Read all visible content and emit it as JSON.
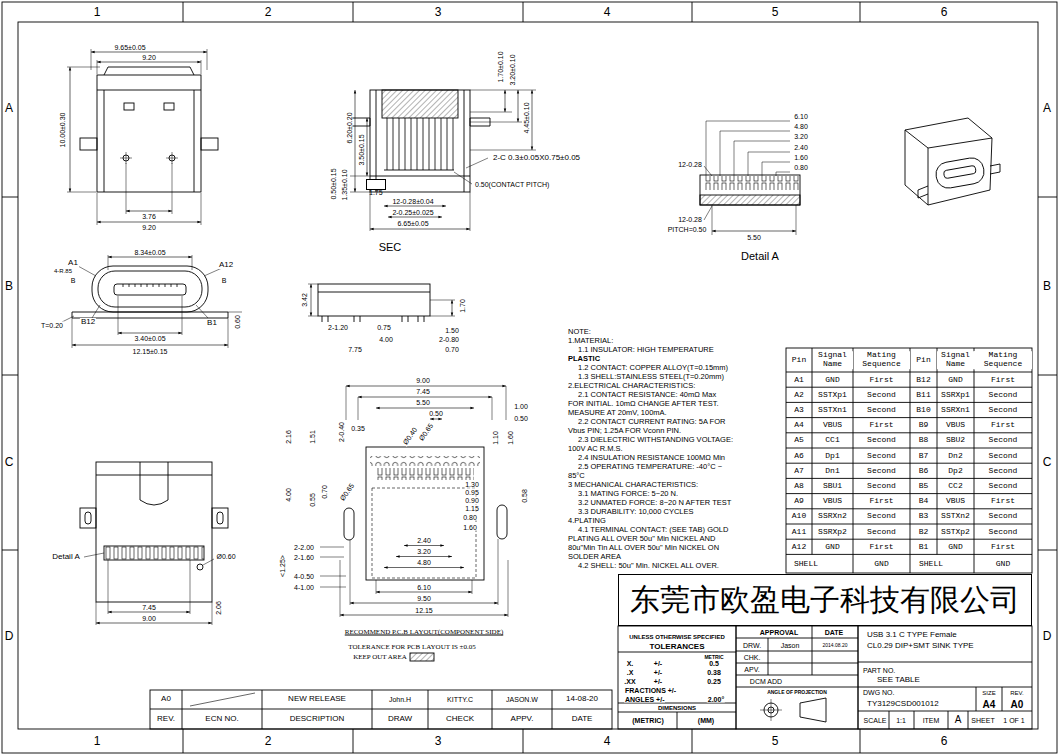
{
  "diagram": {
    "nodes": [
      {
        "text": [
          "1.75"
        ]
      },
      {
        "text": [
          "东莞市欧盈电子科技有限公司"
        ]
      }
    ],
    "labels": [
      "1",
      "2",
      "3",
      "4",
      "5",
      "6",
      "1",
      "2",
      "3",
      "4",
      "5",
      "6",
      "A",
      "B",
      "C",
      "D",
      "A",
      "B",
      "C",
      "D",
      "9.65±0.05",
      "9.20",
      "10.00±0.30",
      "3.76",
      "9.20",
      "8.34±0.05",
      "A1",
      "4-R.85",
      "B",
      "A12",
      "B",
      "B12",
      "B1",
      "T=0.20",
      "3.40±0.05",
      "12.15±0.15",
      "0.60",
      "1.70±0.10",
      "3.20±0.10",
      "4.45±0.10",
      "6.20±0.20",
      "3.50±0.15",
      "2-C 0.3±0.05X0.75±0.05",
      "0.50±0.15",
      "1.35±0.10",
      "0.50(CONTACT PITCH)",
      "12-0.28±0.04",
      "2-0.25±0.025",
      "6.65±0.05",
      "SEC",
      "6.10",
      "4.80",
      "3.20",
      "2.40",
      "1.60",
      "0.80",
      "12-0.28",
      "12-0.28",
      "PITCH=0.50",
      "5.50",
      "Detail A",
      "3.42",
      "1.70",
      "2-1.20",
      "0.75",
      "4.00",
      "1.50",
      "2-0.80",
      "7.75",
      "0.70",
      "Detail A",
      "Ø0.60",
      "7.45",
      "9.00",
      "2.06",
      "9.00",
      "7.45",
      "5.50",
      "0.50",
      "1.00",
      "0.50",
      "2-0.40",
      "0.35",
      "Ø0.40",
      "Ø0.65",
      "2.16",
      "1.51",
      "1.10",
      "1.60",
      "Ø0.65",
      "4.00",
      "0.55",
      "0.70",
      "1.30",
      "0.95",
      "0.90",
      "1.15",
      "0.58",
      "0.80",
      "1.60",
      "2.40",
      "3.20",
      "4.80",
      "2-2.00",
      "2-1.60",
      "<1.25>",
      "4-0.50",
      "4-1.00",
      "6.10",
      "9.50",
      "12.15",
      "RECOMMEND P.C.B LAYOUT(COMPONENT SIDE)",
      "TOLERANCE FOR PCB LAYOUT IS ±0.05",
      "KEEP OUT AREA",
      "NOTE:",
      "1.MATERIAL:",
      "1.1 INSULATOR: HIGH TEMPERATURE",
      "PLASTIC",
      "1.2 CONTACT: COPPER ALLOY(T=0.15mm)",
      "1.3 SHELL:STAINLESS STEEL(T=0.20mm)",
      "2.ELECTRICAL CHARACTERISTICS:",
      "2.1 CONTACT RESISTANCE: 40mΩ Max",
      "FOR INITIAL. 10mΩ CHANGE AFTER TEST.",
      "MEASURE AT 20mV, 100mA.",
      "2.2 CONTACT CURRENT RATING: 5A FOR",
      "Vbus PIN; 1.25A FOR Vconn PIN.",
      "2.3 DIELECTRIC WITHSTANDING VOLTAGE:",
      "100V AC R.M.S.",
      "2.4 INSULATION RESISTANCE 100MΩ Min",
      "2.5 OPERATING TEMPERATURE: -40°C ~",
      "85°C",
      "3 MECHANICAL CHARACTERISTICS:",
      "3.1 MATING FORCE: 5~20 N.",
      "3.2 UNMATED FORCE: 8~20 N AFTER TEST",
      "3.3 DURABILITY: 10,000 CYCLES",
      "4.PLATING",
      "4.1 TERMINAL CONTACT: (SEE TAB) GOLD",
      "PLATING ALL OVER 50u\" Min NICKEL AND",
      "80u\"Min Tin ALL OVER 50u\" Min NICKEL ON",
      "SOLDER AREA",
      "4.2 SHELL: 50u\" Min. NICKEL ALL OVER.",
      "Pin",
      "Signal Name",
      "Mating Sequence",
      "Pin",
      "Signal Name",
      "Mating Sequence",
      "A1",
      "GND",
      "First",
      "B12",
      "GND",
      "First",
      "A2",
      "SSTXp1",
      "Second",
      "B11",
      "SSRXp1",
      "Second",
      "A3",
      "SSTXn1",
      "Second",
      "B10",
      "SSRXn1",
      "Second",
      "A4",
      "VBUS",
      "First",
      "B9",
      "VBUS",
      "First",
      "A5",
      "CC1",
      "Second",
      "B8",
      "SBU2",
      "Second",
      "A6",
      "Dp1",
      "Second",
      "B7",
      "Dn2",
      "Second",
      "A7",
      "Dn1",
      "Second",
      "B6",
      "Dp2",
      "Second",
      "A8",
      "SBU1",
      "Second",
      "B5",
      "CC2",
      "Second",
      "A9",
      "VBUS",
      "First",
      "B4",
      "VBUS",
      "First",
      "A10",
      "SSRXn2",
      "Second",
      "B3",
      "SSTXn2",
      "Second",
      "A11",
      "SSRXp2",
      "Second",
      "B2",
      "SSTXp2",
      "Second",
      "A12",
      "GND",
      "First",
      "B1",
      "GND",
      "First",
      "SHELL",
      "GND",
      "SHELL",
      "GND",
      "UNLESS OTHERWISE SPECIFIED",
      "TOLERANCES",
      "METRIC",
      "X.",
      "+/-",
      "0.5",
      ".X",
      "+/-",
      "0.38",
      ".XX",
      "+/-",
      "0.25",
      "FRACTIONS +/-",
      "ANGLES +/-",
      "2.00°",
      "DIMENSIONS",
      "(METRIC)",
      "(MM)",
      "APPROVAL",
      "DATE",
      "DRW.",
      "Jason",
      "2014.08.20",
      "CHK.",
      "APV.",
      "DCM ADD",
      "ANGLE OF PROJECTION",
      "USB 3.1 C TYPE Female",
      "CL0.29 DIP+SMT SINK TYPE",
      "PART NO.",
      "SEE TABLE",
      "DWG NO.",
      "TY3129CSD001012",
      "SIZE",
      "A4",
      "REV.",
      "A0",
      "SCALE",
      "1:1",
      "ITEM",
      "A",
      "SHEET",
      "1 OF 1",
      "A0",
      "NEW RELEASE",
      "John.H",
      "KITTY.C",
      "JASON.W",
      "14-08-20",
      "REV.",
      "ECN NO.",
      "DESCRIPTION",
      "DRAW",
      "CHECK",
      "APPV.",
      "DATE"
    ]
  }
}
